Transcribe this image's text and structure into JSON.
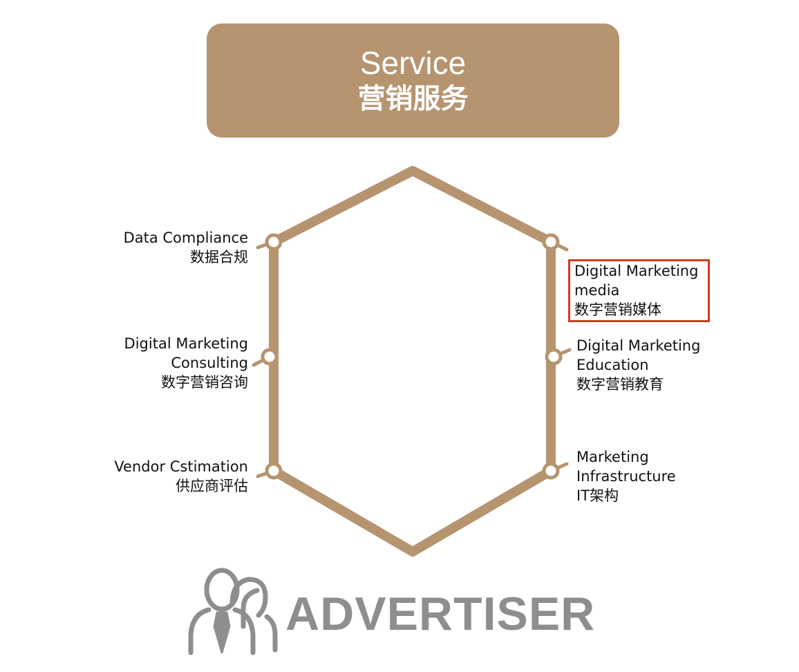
{
  "header": {
    "title_en": "Service",
    "title_zh": "营销服务"
  },
  "services": {
    "left": [
      {
        "lines": [
          "Data Compliance",
          "数据合规"
        ]
      },
      {
        "lines": [
          "Digital Marketing",
          "Consulting",
          "数字营销咨询"
        ]
      },
      {
        "lines": [
          "Vendor Cstimation",
          "供应商评估"
        ]
      }
    ],
    "right": [
      {
        "lines": [
          "Digital Marketing",
          "media",
          "数字营销媒体"
        ],
        "highlighted": true
      },
      {
        "lines": [
          "Digital Marketing",
          "Education",
          "数字营销教育"
        ]
      },
      {
        "lines": [
          "Marketing",
          "Infrastructure",
          "IT架构"
        ]
      }
    ]
  },
  "footer": {
    "label": "ADVERTISER",
    "icon": "people-icon"
  },
  "colors": {
    "accent": "#b5946f",
    "highlight": "#d23a1f",
    "footer_text": "#8e8e8e"
  }
}
